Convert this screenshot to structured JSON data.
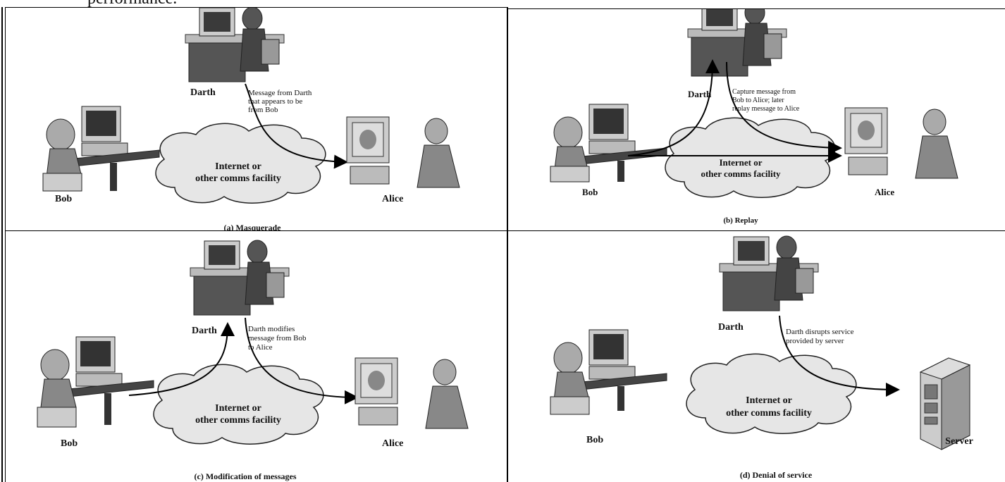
{
  "page_fragment": "performance.",
  "panels": [
    {
      "id": "a",
      "caption": "(a) Masquerade",
      "attacker": "Darth",
      "sender": "Bob",
      "receiver": "Alice",
      "cloud_line1": "Internet or",
      "cloud_line2": "other comms facility",
      "note_lines": [
        "Message from Darth",
        "that appears to be",
        "from Bob"
      ]
    },
    {
      "id": "b",
      "caption": "(b) Replay",
      "attacker": "Darth",
      "sender": "Bob",
      "receiver": "Alice",
      "cloud_line1": "Internet or",
      "cloud_line2": "other comms facility",
      "note_lines": [
        "Capture message from",
        "Bob to Alice; later",
        "replay message to Alice"
      ]
    },
    {
      "id": "c",
      "caption": "(c) Modification of messages",
      "attacker": "Darth",
      "sender": "Bob",
      "receiver": "Alice",
      "cloud_line1": "Internet or",
      "cloud_line2": "other comms facility",
      "note_lines": [
        "Darth modifies",
        "message from Bob",
        "to Alice"
      ]
    },
    {
      "id": "d",
      "caption": "(d) Denial of service",
      "attacker": "Darth",
      "sender": "Bob",
      "receiver": "Server",
      "cloud_line1": "Internet or",
      "cloud_line2": "other comms facility",
      "note_lines": [
        "Darth disrupts service",
        "provided by server"
      ]
    }
  ],
  "icons": {
    "attacker": "darth-at-computer-icon",
    "sender": "bob-at-computer-icon",
    "receiver": "alice-at-computer-icon",
    "server": "server-tower-icon",
    "cloud": "network-cloud-icon"
  },
  "colors": {
    "line": "#000000",
    "cloud": "#e6e6e6",
    "figure": "#9a9a9a",
    "screen": "#3a3a3a"
  }
}
